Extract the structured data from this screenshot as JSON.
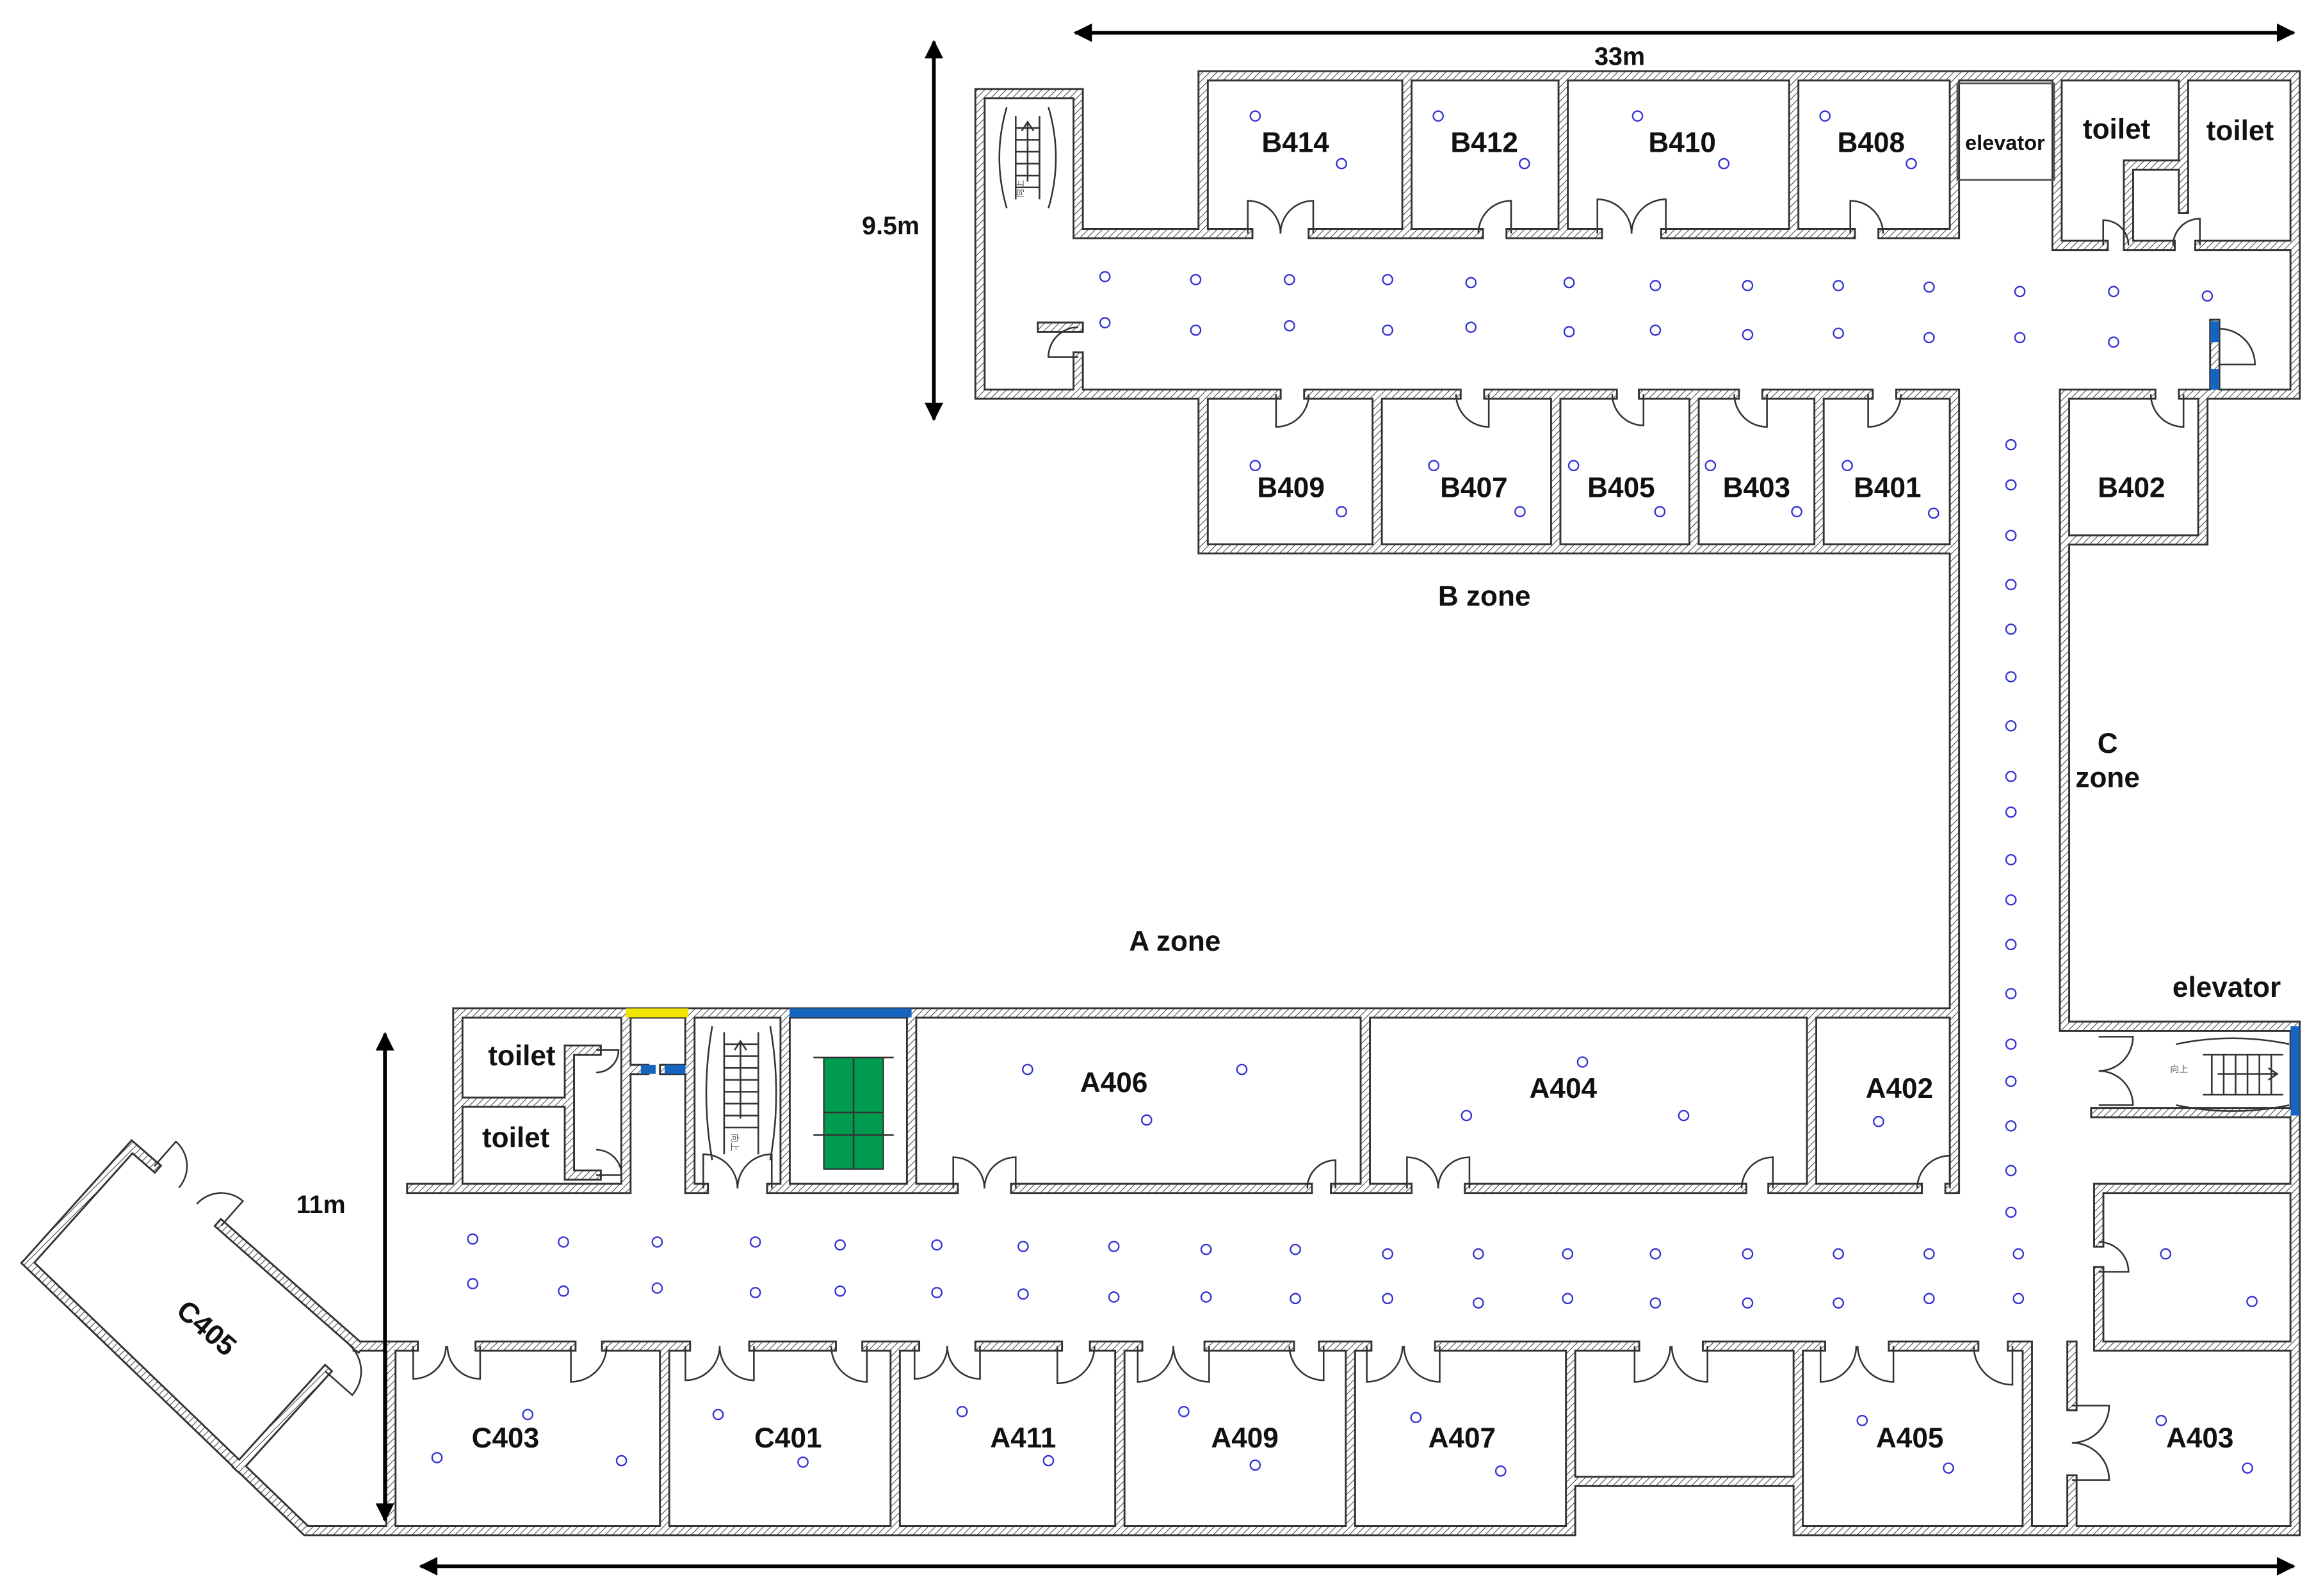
{
  "dimensions": {
    "width": "33m",
    "b_wing_depth": "9.5m",
    "a_wing_depth": "11m"
  },
  "zones": {
    "a": "A zone",
    "b": "B zone",
    "c": [
      "C",
      "zone"
    ]
  },
  "b_zone": {
    "north_rooms": [
      "B414",
      "B412",
      "B410",
      "B408"
    ],
    "elevator": "elevator",
    "toilets": [
      "toilet",
      "toilet"
    ],
    "south_rooms": [
      "B409",
      "B407",
      "B405",
      "B403",
      "B401"
    ],
    "east_room": "B402"
  },
  "a_zone": {
    "toilets": [
      "toilet",
      "toilet"
    ],
    "north_rooms": [
      "A406",
      "A404",
      "A402"
    ],
    "elevator": "elevator",
    "south_rooms": [
      "C403",
      "C401",
      "A411",
      "A409",
      "A407",
      "A405",
      "A403"
    ],
    "angled_room": "C405"
  },
  "stair_label": "向上",
  "colors": {
    "wall": "#333333",
    "sensor": "#3232d2",
    "accent_blue": "#1565c0",
    "accent_yellow": "#f2e600",
    "table_green": "#009b4e"
  }
}
